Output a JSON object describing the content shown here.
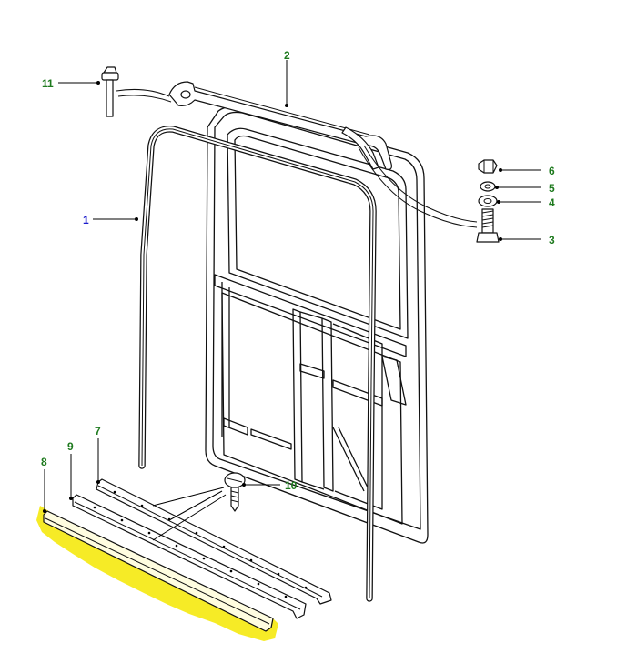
{
  "diagram": {
    "callouts": [
      {
        "id": "1",
        "text": "1",
        "color": "#1a1acc"
      },
      {
        "id": "2",
        "text": "2",
        "color": "#1e7a1e"
      },
      {
        "id": "3",
        "text": "3",
        "color": "#1e7a1e"
      },
      {
        "id": "4",
        "text": "4",
        "color": "#1e7a1e"
      },
      {
        "id": "5",
        "text": "5",
        "color": "#1e7a1e"
      },
      {
        "id": "6",
        "text": "6",
        "color": "#1e7a1e"
      },
      {
        "id": "7",
        "text": "7",
        "color": "#1e7a1e"
      },
      {
        "id": "8",
        "text": "8",
        "color": "#1e7a1e"
      },
      {
        "id": "9",
        "text": "9",
        "color": "#1e7a1e"
      },
      {
        "id": "10",
        "text": "10",
        "color": "#1e7a1e"
      },
      {
        "id": "11",
        "text": "11",
        "color": "#1e7a1e"
      }
    ],
    "highlight": {
      "part": "8",
      "color": "#f5e800"
    }
  }
}
